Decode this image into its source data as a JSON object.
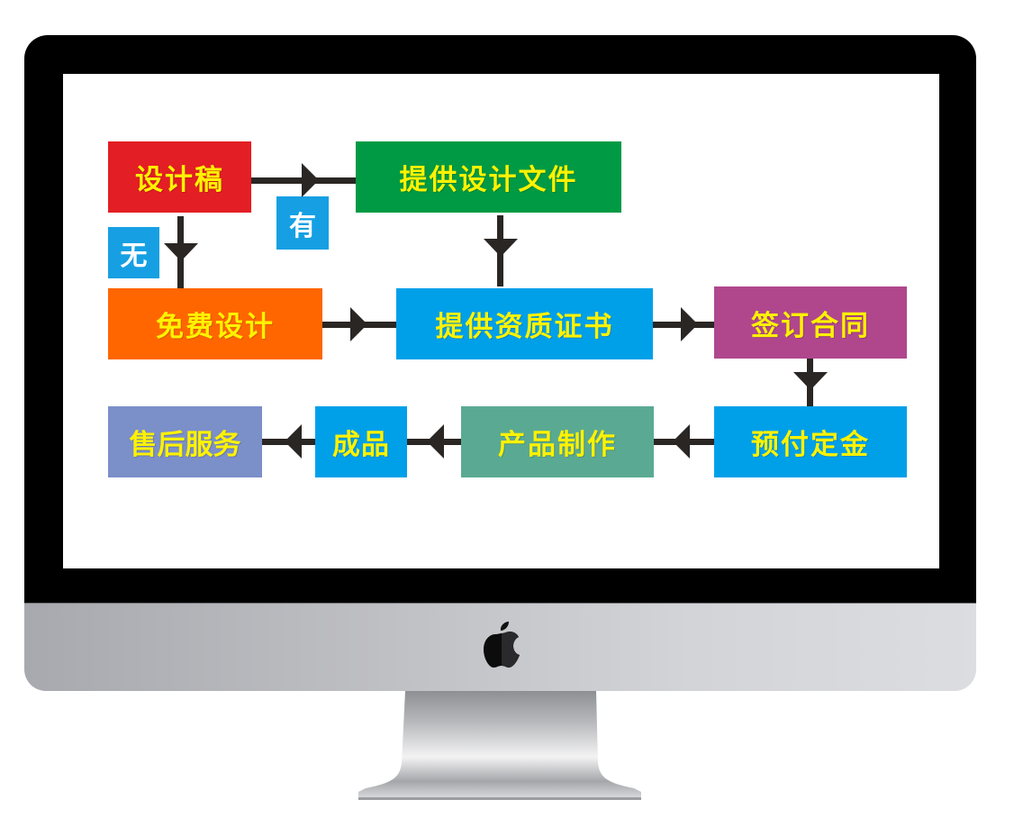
{
  "diagram": {
    "nodes": [
      {
        "id": "design-draft",
        "label": "设计稿",
        "color": "#e31e24"
      },
      {
        "id": "provide-design-file",
        "label": "提供设计文件",
        "color": "#009a44"
      },
      {
        "id": "free-design",
        "label": "免费设计",
        "color": "#ff6600"
      },
      {
        "id": "provide-qualification",
        "label": "提供资质证书",
        "color": "#00a0e9"
      },
      {
        "id": "sign-contract",
        "label": "签订合同",
        "color": "#b0478d"
      },
      {
        "id": "pay-deposit",
        "label": "预付定金",
        "color": "#00a0e9"
      },
      {
        "id": "production",
        "label": "产品制作",
        "color": "#5aaa93"
      },
      {
        "id": "finished-product",
        "label": "成品",
        "color": "#00a0e9"
      },
      {
        "id": "after-sales",
        "label": "售后服务",
        "color": "#7b8fc9"
      }
    ],
    "branch_labels": {
      "yes": "有",
      "no": "无"
    },
    "edges": [
      {
        "from": "design-draft",
        "to": "provide-design-file",
        "label": "有"
      },
      {
        "from": "design-draft",
        "to": "free-design",
        "label": "无"
      },
      {
        "from": "provide-design-file",
        "to": "provide-qualification"
      },
      {
        "from": "free-design",
        "to": "provide-qualification"
      },
      {
        "from": "provide-qualification",
        "to": "sign-contract"
      },
      {
        "from": "sign-contract",
        "to": "pay-deposit"
      },
      {
        "from": "pay-deposit",
        "to": "production"
      },
      {
        "from": "production",
        "to": "finished-product"
      },
      {
        "from": "finished-product",
        "to": "after-sales"
      }
    ],
    "text_color": "#fff200",
    "arrow_color": "#2a2624",
    "badge_color": "#16a0e3"
  },
  "device": {
    "type": "desktop-monitor",
    "logo": "apple-icon"
  }
}
